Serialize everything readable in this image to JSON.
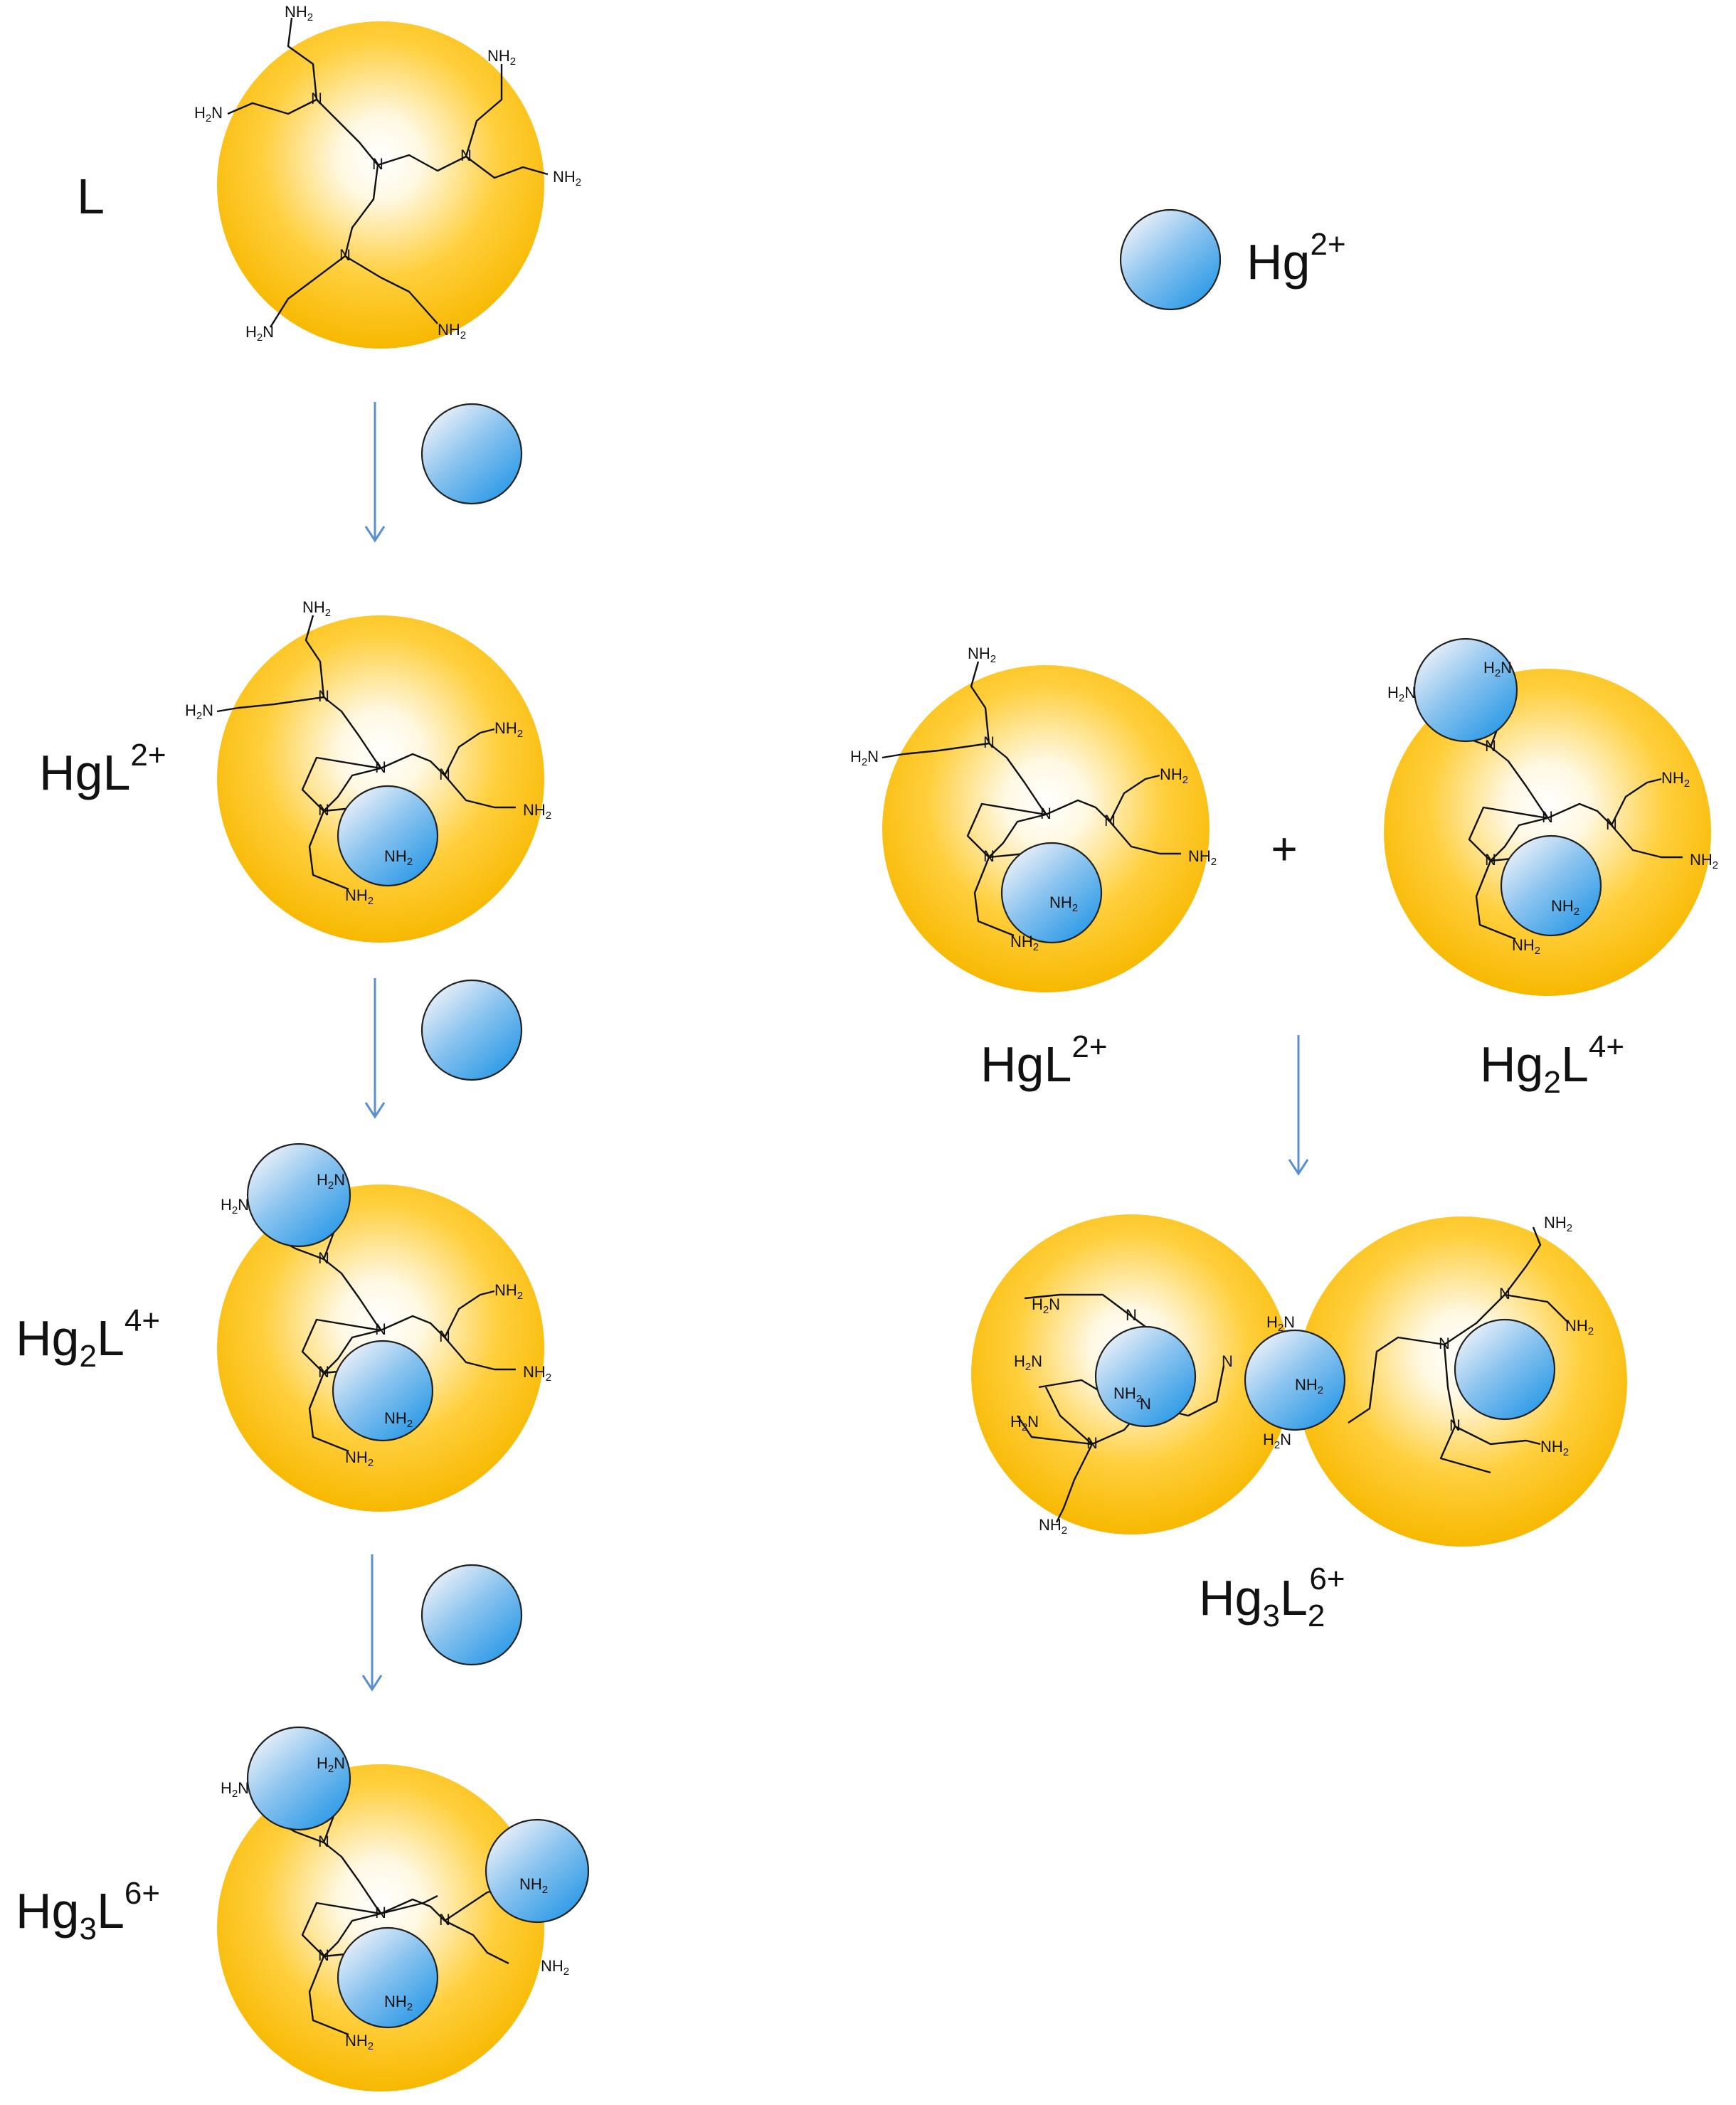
{
  "legend": {
    "label": "Hg",
    "charge": "2+"
  },
  "plus_sign": "+",
  "amine_label": {
    "n": "N",
    "nh2_base": "NH",
    "nh2_sub": "2",
    "h2n_h": "H",
    "h2n_sub": "2",
    "h2n_n": "N"
  },
  "left_column": {
    "species": [
      {
        "id": "L",
        "base": "L",
        "metal_sub": "",
        "ligand_sub": "",
        "charge": ""
      },
      {
        "id": "HgL",
        "base": "HgL",
        "metal_sub": "",
        "ligand_sub": "",
        "charge": "2+"
      },
      {
        "id": "Hg2L",
        "base": "Hg",
        "metal_sub": "2",
        "ligand_sub": "",
        "charge": "4+"
      },
      {
        "id": "Hg3L",
        "base": "Hg",
        "metal_sub": "3",
        "ligand_sub": "",
        "charge": "6+"
      }
    ]
  },
  "right_column": {
    "reactants": [
      {
        "id": "HgL",
        "base": "HgL",
        "charge": "2+"
      },
      {
        "id": "Hg2L",
        "base": "Hg",
        "metal_sub": "2",
        "charge": "4+"
      }
    ],
    "product": {
      "id": "Hg3L2",
      "base": "Hg",
      "metal_sub": "3",
      "ligand_sub": "2",
      "charge": "6+"
    }
  },
  "colors": {
    "sphere_outer": "#f7b800",
    "sphere_inner": "#ffffff",
    "ion_light": "#dfe9f7",
    "ion_dark": "#2f9be6",
    "arrow": "#5b8fd3"
  }
}
